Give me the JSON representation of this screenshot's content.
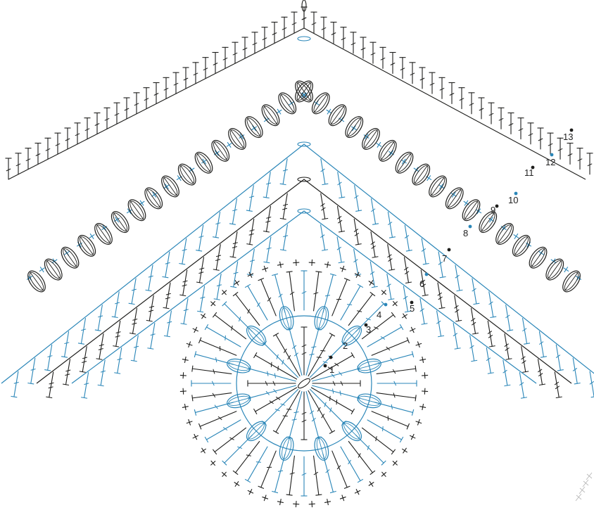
{
  "colors": {
    "ink": "#1d1d1b",
    "accent": "#2a86b8",
    "background": "#ffffff"
  },
  "diagram": {
    "kind": "crochet-chart",
    "round_labels": [
      "1",
      "2",
      "3",
      "4",
      "5",
      "6",
      "7",
      "8",
      "9",
      "10",
      "11",
      "12",
      "13"
    ],
    "round_label_colors": [
      "ink",
      "ink",
      "ink",
      "accent",
      "ink",
      "accent",
      "ink",
      "accent",
      "ink",
      "accent",
      "ink",
      "accent",
      "ink"
    ]
  },
  "symbols": {
    "stitch": "double-crochet-icon",
    "half": "half-double-crochet-icon",
    "single": "single-crochet-icon",
    "cluster": "puff-cluster-icon",
    "chain": "chain-icon"
  }
}
